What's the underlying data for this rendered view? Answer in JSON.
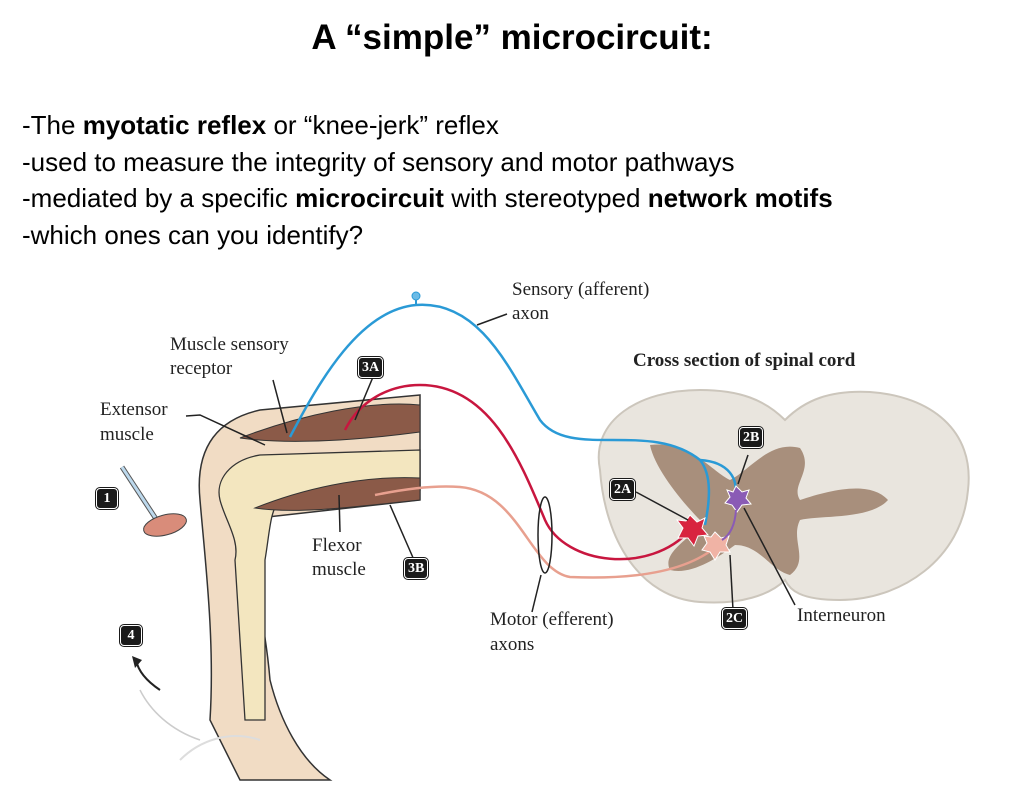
{
  "title": "A “simple” microcircuit:",
  "bullets": [
    {
      "parts": [
        "-The ",
        "myotatic reflex",
        " or “knee-jerk” reflex"
      ]
    },
    {
      "parts": [
        "-used to measure the integrity of sensory and motor pathways"
      ]
    },
    {
      "parts": [
        "-mediated by a specific ",
        "microcircuit",
        " with stereotyped ",
        "network motifs"
      ]
    },
    {
      "parts": [
        "-which ones can you identify?"
      ]
    }
  ],
  "diagram": {
    "labels": {
      "sensory_1": "Sensory (afferent)",
      "sensory_2": "axon",
      "receptor_1": "Muscle sensory",
      "receptor_2": "receptor",
      "cross_section": "Cross section of spinal cord",
      "extensor_1": "Extensor",
      "extensor_2": "muscle",
      "flexor_1": "Flexor",
      "flexor_2": "muscle",
      "motor_1": "Motor (efferent)",
      "motor_2": "axons",
      "interneuron": "Interneuron"
    },
    "badges": {
      "b1": "1",
      "b2a": "2A",
      "b2b": "2B",
      "b2c": "2C",
      "b3a": "3A",
      "b3b": "3B",
      "b4": "4"
    },
    "colors": {
      "sensory": "#2a9ad6",
      "motor_extensor": "#c8163f",
      "motor_flexor": "#e8a08f",
      "interneuron": "#8a5bb5",
      "muscle": "#8b5a48",
      "bone": "#f3e6bf",
      "cord": "#e8e4dc",
      "gray_matter": "#a88f7c"
    }
  }
}
